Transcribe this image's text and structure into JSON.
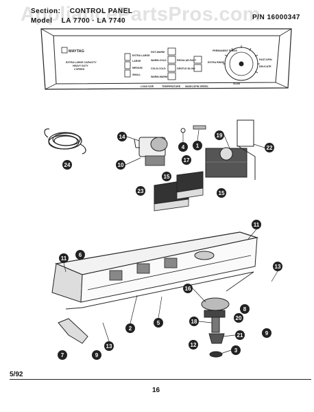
{
  "header": {
    "section_label": "Section:",
    "section_value": "CONTROL PANEL",
    "model_label": "Model",
    "model_value": "LA 7700 · LA 7740",
    "part_label": "P/N",
    "part_value": "16000347"
  },
  "watermark": "AppliancePartsPros.com",
  "panel": {
    "brand": "MAYTAG",
    "capacity_text": [
      "EXTRA LARGE CAPACITY",
      "HEAVY DUTY",
      "2 SPEED"
    ],
    "load_options": [
      "LARGE",
      "MEDIUM",
      "SMALL"
    ],
    "load_extra": "EXTRA LARGE",
    "temp_options": [
      "HOT-WARM",
      "WARM-COLD",
      "COLD-COLD",
      "WARM-WARM"
    ],
    "speed_options": [
      "REGULAR-FAST",
      "GENTLE-SLOW"
    ],
    "rinse_label": "EXTRA RINSE",
    "bottom_labels": [
      "LOAD SIZE",
      "TEMPERATURE",
      "WASH-SPIN SPEED"
    ],
    "dial_labels": [
      "PERMANENT PRESS",
      "FAST-SPIN",
      "DELICATE",
      "SOAK"
    ]
  },
  "callouts": [
    "1",
    "2",
    "3",
    "4",
    "5",
    "6",
    "7",
    "8",
    "9",
    "9",
    "10",
    "11",
    "11",
    "12",
    "13",
    "13",
    "14",
    "15",
    "15",
    "16",
    "17",
    "18",
    "19",
    "20",
    "21",
    "22",
    "23",
    "24"
  ],
  "footer": {
    "date": "5/92",
    "page": "16"
  }
}
